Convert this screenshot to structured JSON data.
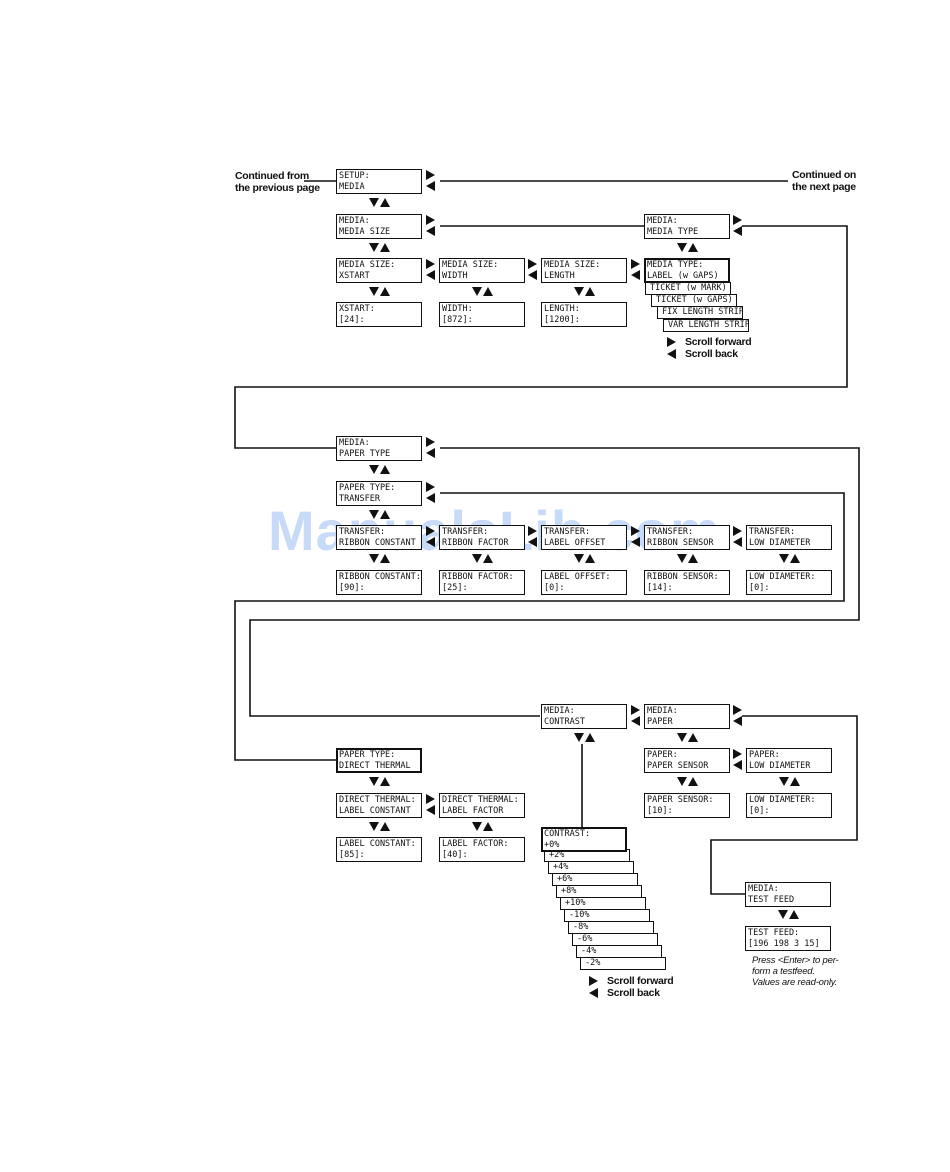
{
  "watermark": "ManualsLib.com",
  "labels": {
    "continued_from": "Continued from\nthe previous page",
    "continued_on": "Continued on\nthe next page",
    "scroll_forward": "Scroll forward",
    "scroll_back": "Scroll back",
    "testfeed_note": "Press <Enter> to per-\nform a testfeed.\nValues are read-only."
  },
  "boxes": {
    "setup_media": [
      "SETUP:",
      "MEDIA"
    ],
    "media_media_size": [
      "MEDIA:",
      "MEDIA SIZE"
    ],
    "media_size_xstart": [
      "MEDIA SIZE:",
      "XSTART"
    ],
    "media_size_width": [
      "MEDIA SIZE:",
      "WIDTH"
    ],
    "media_size_length": [
      "MEDIA SIZE:",
      "LENGTH"
    ],
    "xstart_value": [
      "XSTART:",
      "[24]:"
    ],
    "width_value": [
      "WIDTH:",
      "[872]:"
    ],
    "length_value": [
      "LENGTH:",
      "[1200]:"
    ],
    "media_media_type": [
      "MEDIA:",
      "MEDIA TYPE"
    ],
    "media_type_label": [
      "MEDIA TYPE:",
      "LABEL (w GAPS)"
    ],
    "media_paper_type": [
      "MEDIA:",
      "PAPER TYPE"
    ],
    "paper_type_transfer": [
      "PAPER TYPE:",
      "TRANSFER"
    ],
    "transfer_ribbon_constant": [
      "TRANSFER:",
      "RIBBON CONSTANT"
    ],
    "transfer_ribbon_factor": [
      "TRANSFER:",
      "RIBBON FACTOR"
    ],
    "transfer_label_offset": [
      "TRANSFER:",
      "LABEL OFFSET"
    ],
    "transfer_ribbon_sensor": [
      "TRANSFER:",
      "RIBBON SENSOR"
    ],
    "transfer_low_diameter": [
      "TRANSFER:",
      "LOW DIAMETER"
    ],
    "ribbon_constant_value": [
      "RIBBON CONSTANT:",
      "[90]:"
    ],
    "ribbon_factor_value": [
      "RIBBON FACTOR:",
      "[25]:"
    ],
    "label_offset_value": [
      "LABEL OFFSET:",
      "[0]:"
    ],
    "ribbon_sensor_value": [
      "RIBBON SENSOR:",
      "[14]:"
    ],
    "low_diameter_value": [
      "LOW DIAMETER:",
      "[0]:"
    ],
    "media_contrast": [
      "MEDIA:",
      "CONTRAST"
    ],
    "media_paper": [
      "MEDIA:",
      "PAPER"
    ],
    "paper_paper_sensor": [
      "PAPER:",
      "PAPER SENSOR"
    ],
    "paper_low_diameter": [
      "PAPER:",
      "LOW DIAMETER"
    ],
    "paper_sensor_value": [
      "PAPER SENSOR:",
      "[10]:"
    ],
    "paper_low_diameter_value": [
      "LOW DIAMETER:",
      "[0]:"
    ],
    "paper_type_direct_thermal": [
      "PAPER TYPE:",
      "DIRECT THERMAL"
    ],
    "dt_label_constant": [
      "DIRECT THERMAL:",
      "LABEL CONSTANT"
    ],
    "dt_label_factor": [
      "DIRECT THERMAL:",
      "LABEL FACTOR"
    ],
    "label_constant_value": [
      "LABEL CONSTANT:",
      "[85]:"
    ],
    "label_factor_value": [
      "LABEL FACTOR:",
      "[40]:"
    ],
    "contrast_value": [
      "CONTRAST:",
      "+0%"
    ],
    "media_test_feed": [
      "MEDIA:",
      "TEST FEED"
    ],
    "test_feed_value": [
      "TEST FEED:",
      "[196 198 3 15]"
    ]
  },
  "media_type_options": [
    "TICKET (w MARK)",
    "TICKET (w GAPS)",
    "FIX LENGTH STRIP",
    "VAR LENGTH STRIP"
  ],
  "contrast_options": [
    "+2%",
    "+4%",
    "+6%",
    "+8%",
    "+10%",
    "-10%",
    "-8%",
    "-6%",
    "-4%",
    "-2%"
  ]
}
